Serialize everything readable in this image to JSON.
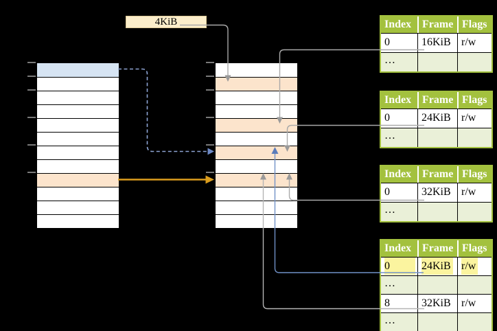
{
  "diagram": {
    "page_size_label": "4KiB",
    "ellipsis": "…",
    "left_table": {
      "rows": 12,
      "blue": [
        0
      ],
      "orange": [
        8
      ]
    },
    "middle_table": {
      "rows": 12,
      "orange": [
        1,
        4,
        6,
        8
      ]
    }
  },
  "frame_tables": [
    {
      "headers": [
        "Index",
        "Frame",
        "Flags"
      ],
      "rows": [
        {
          "index": "0",
          "frame": "16KiB",
          "flags": "r/w"
        },
        {
          "index": "…",
          "frame": "",
          "flags": ""
        }
      ]
    },
    {
      "headers": [
        "Index",
        "Frame",
        "Flags"
      ],
      "rows": [
        {
          "index": "0",
          "frame": "24KiB",
          "flags": "r/w"
        },
        {
          "index": "…",
          "frame": "",
          "flags": ""
        }
      ]
    },
    {
      "headers": [
        "Index",
        "Frame",
        "Flags"
      ],
      "rows": [
        {
          "index": "0",
          "frame": "32KiB",
          "flags": "r/w"
        },
        {
          "index": "…",
          "frame": "",
          "flags": ""
        }
      ]
    },
    {
      "headers": [
        "Index",
        "Frame",
        "Flags"
      ],
      "rows": [
        {
          "index": "0",
          "frame": "24KiB",
          "flags": "r/w",
          "highlighted": true
        },
        {
          "index": "…",
          "frame": "",
          "flags": ""
        },
        {
          "index": "8",
          "frame": "32KiB",
          "flags": "r/w"
        },
        {
          "index": "…",
          "frame": "",
          "flags": ""
        }
      ]
    }
  ],
  "colors": {
    "background": "#000000",
    "label_fill": "#fceecb",
    "label_border": "#dcc896",
    "blue_row": "#d6e4f3",
    "orange_row": "#fce4cc",
    "table_header_green": "#a3c13e",
    "table_row_green": "#eaf0d8",
    "highlight_yellow": "#fbf49f",
    "arrow_gray": "#a9a9a9",
    "arrow_orange": "#dc9e1d",
    "arrow_blue": "#7191c7",
    "arrow_dashed_blue": "#8da4d4"
  }
}
